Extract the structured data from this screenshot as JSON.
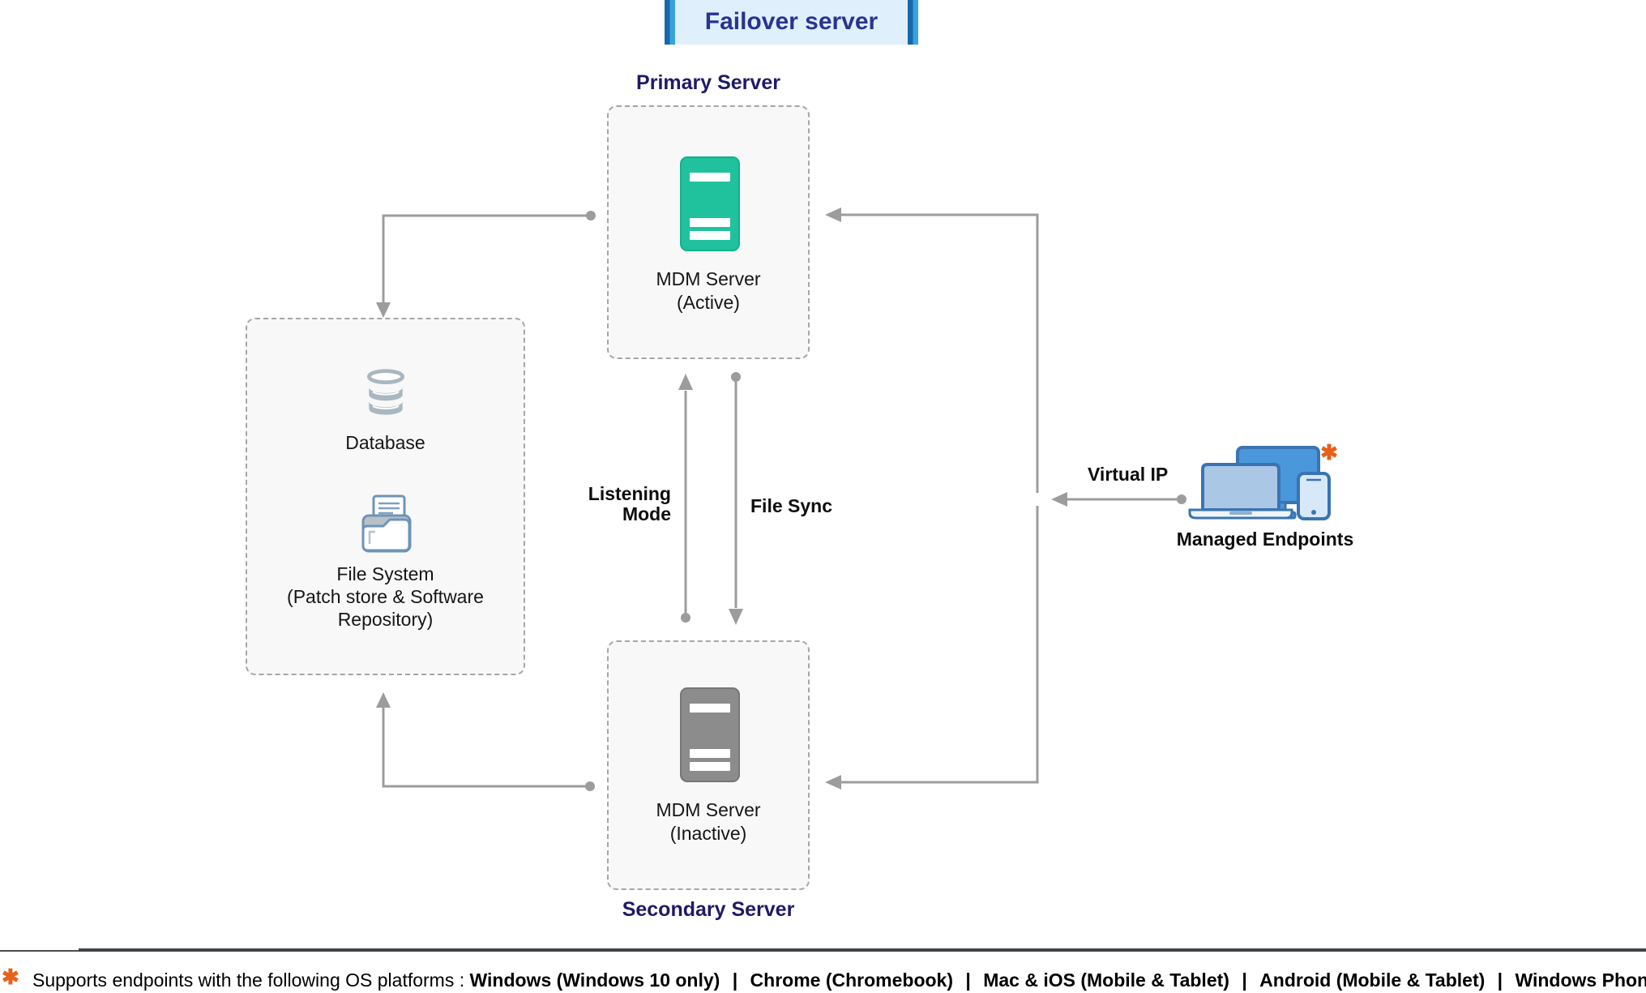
{
  "header": {
    "title": "Failover server"
  },
  "diagram": {
    "primary": {
      "label": "Primary Server",
      "server_name": "MDM Server",
      "server_state": "(Active)"
    },
    "secondary": {
      "label": "Secondary Server",
      "server_name": "MDM Server",
      "server_state": "(Inactive)"
    },
    "storage": {
      "database_label": "Database",
      "filesystem_line1": "File System",
      "filesystem_line2": "(Patch store & Software",
      "filesystem_line3": "Repository)"
    },
    "connections": {
      "listening_line1": "Listening",
      "listening_line2": "Mode",
      "file_sync": "File Sync",
      "virtual_ip": "Virtual IP"
    },
    "endpoints": {
      "label": "Managed Endpoints",
      "asterisk": "✱"
    }
  },
  "icons": {
    "mdm_active": "server-tower-teal",
    "mdm_inactive": "server-tower-gray",
    "database": "database-cylinder",
    "file_system": "open-folder-document",
    "endpoints": "monitor-laptop-phone"
  },
  "colors": {
    "accent_teal": "#1fc29c",
    "server_gray": "#8c8c8c",
    "header_bg": "#dff0fc",
    "header_text": "#2e3192",
    "zone_label_navy": "#1f1a67",
    "connector_gray": "#9c9c9c",
    "device_blue": "#4b97dc",
    "asterisk_orange": "#e8611a"
  },
  "footer": {
    "asterisk": "✱",
    "prefix": "Supports endpoints with the following OS platforms : ",
    "separator": "|",
    "platforms": [
      "Windows (Windows 10 only)",
      "Chrome (Chromebook)",
      "Mac & iOS (Mobile & Tablet)",
      "Android (Mobile & Tablet)",
      "Windows Phone (Mobile)"
    ]
  }
}
